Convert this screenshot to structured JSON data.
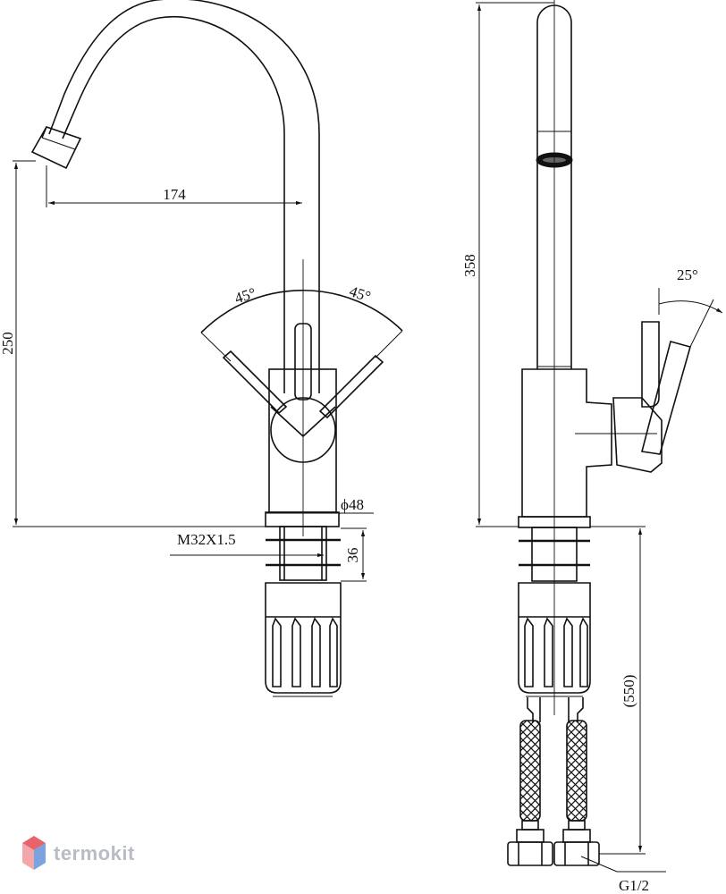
{
  "drawing": {
    "front_view": {
      "spout_reach": "174",
      "height": "250",
      "lever_angle_left": "45°",
      "lever_angle_right": "45°",
      "base_diameter": "ϕ48",
      "thread": "M32X1.5",
      "thread_length": "36"
    },
    "side_view": {
      "total_height": "358",
      "lever_tilt": "25°",
      "hose_length": "(550)",
      "hose_connection": "G1/2"
    }
  },
  "watermark": {
    "brand": "termokit",
    "colors": {
      "top": "#e8636b",
      "left": "#f2a7a8",
      "right": "#7aa3e0"
    }
  }
}
